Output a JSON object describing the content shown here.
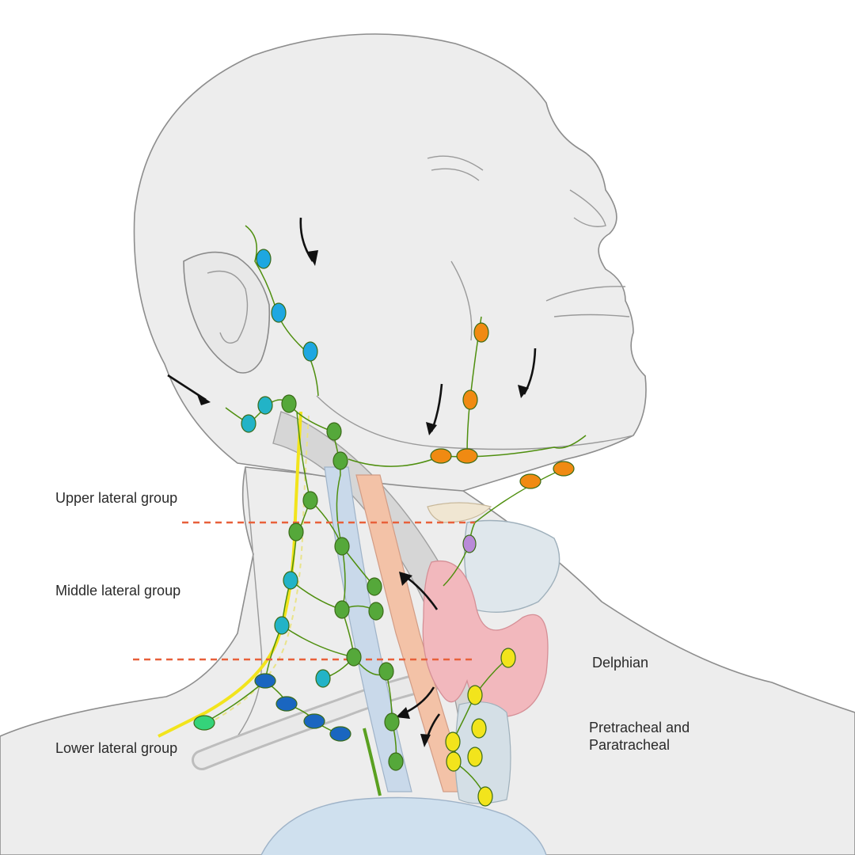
{
  "labels": {
    "upper_lateral_group": "Upper lateral group",
    "middle_lateral_group": "Middle lateral group",
    "lower_lateral_group": "Lower lateral group",
    "delphian": "Delphian",
    "pretracheal_line1": "Pretracheal and",
    "pretracheal_line2": "Paratracheal"
  },
  "colors": {
    "level_line": "#e8603a",
    "node_blue": "#1ea7e1",
    "node_teal": "#22b3c7",
    "node_green": "#55a83a",
    "node_orange": "#f08a12",
    "node_yellow": "#f2e41c",
    "node_navy": "#1a66c0",
    "node_purple": "#b98ad8",
    "node_lime": "#34d37a",
    "vessel": "#4f8f0f",
    "thyroid": "#f2b8bd",
    "trachea": "#d4dfe6",
    "artery": "#f3c2a7",
    "vein": "#c9d9ea"
  }
}
